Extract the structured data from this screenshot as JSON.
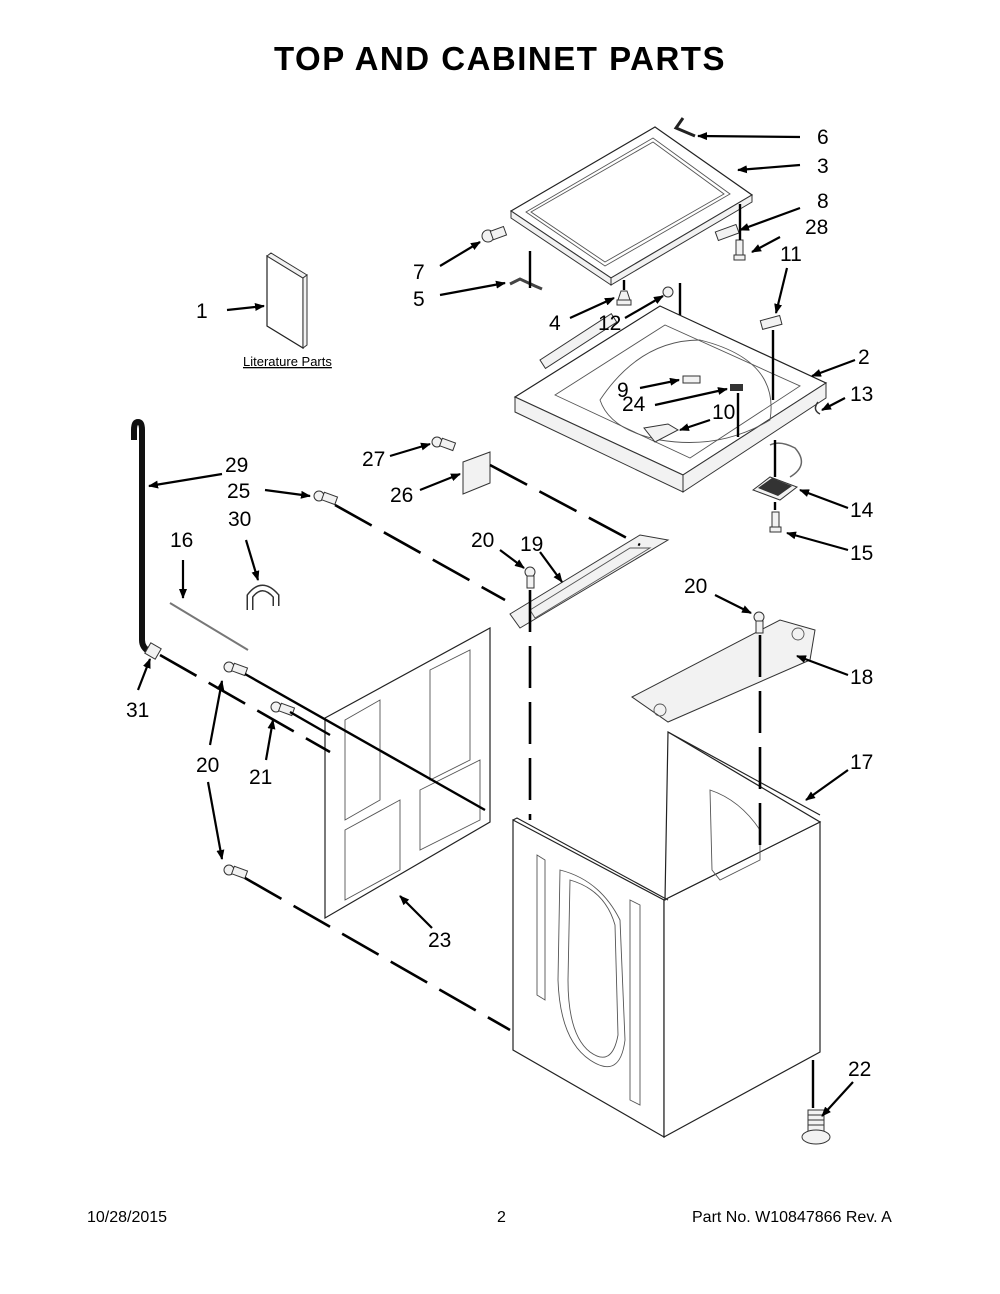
{
  "page": {
    "title": "TOP AND CABINET PARTS",
    "literature_label": "Literature Parts"
  },
  "callouts": {
    "c1": "1",
    "c2": "2",
    "c3": "3",
    "c4": "4",
    "c5": "5",
    "c6": "6",
    "c7": "7",
    "c8": "8",
    "c9": "9",
    "c10": "10",
    "c11": "11",
    "c12": "12",
    "c13": "13",
    "c14": "14",
    "c15": "15",
    "c16": "16",
    "c17": "17",
    "c18": "18",
    "c19": "19",
    "c20a": "20",
    "c20b": "20",
    "c20c": "20",
    "c21": "21",
    "c22": "22",
    "c23": "23",
    "c24": "24",
    "c25": "25",
    "c26": "26",
    "c27": "27",
    "c28": "28",
    "c29": "29",
    "c30": "30",
    "c31": "31"
  },
  "footer": {
    "date": "10/28/2015",
    "page_number": "2",
    "part_info": "Part No.  W10847866  Rev.  A"
  }
}
